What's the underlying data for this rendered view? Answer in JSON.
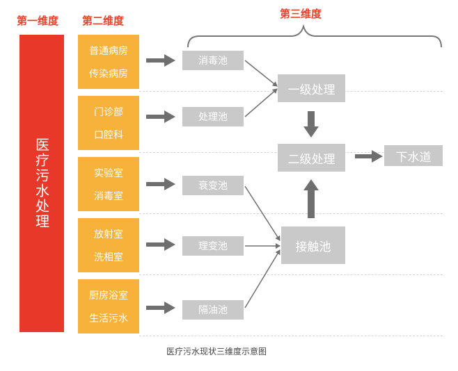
{
  "headers": {
    "dim1": "第一维度",
    "dim2": "第二维度",
    "dim3": "第三维度"
  },
  "main_label": "医疗污水处理",
  "sources": [
    {
      "line1": "普通病房",
      "line2": "传染病房"
    },
    {
      "line1": "门诊部",
      "line2": "口腔科"
    },
    {
      "line1": "实验室",
      "line2": "消毒室"
    },
    {
      "line1": "放射室",
      "line2": "洗相室"
    },
    {
      "line1": "厨房浴室",
      "line2": "生活污水"
    }
  ],
  "ponds": [
    "消毒池",
    "处理池",
    "衰变池",
    "理变池",
    "隔油池"
  ],
  "stages": {
    "primary": "一级处理",
    "secondary": "二级处理",
    "contact": "接触池",
    "sewer": "下水道"
  },
  "caption": "医疗污水现状三维度示意图",
  "colors": {
    "red": "#e8382a",
    "orange": "#f6b23a",
    "gray_box": "#c9c9c9",
    "arrow": "#6f6f6f"
  }
}
